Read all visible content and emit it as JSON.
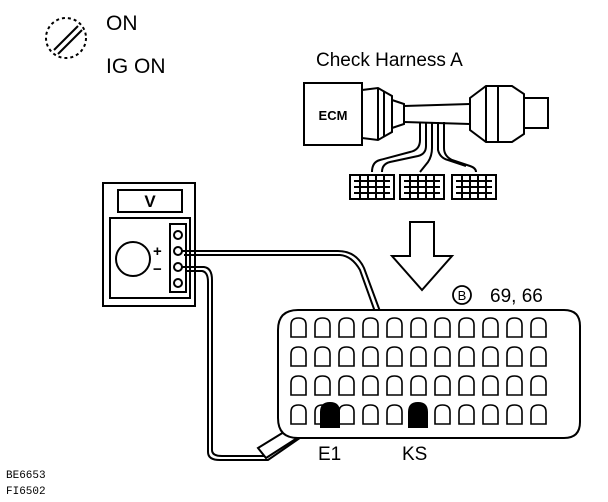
{
  "status": {
    "on_label": "ON",
    "ig_on_label": "IG ON"
  },
  "harness": {
    "title": "Check Harness A",
    "ecm_label": "ECM"
  },
  "meter": {
    "display_label": "V",
    "plus_symbol": "+",
    "minus_symbol": "−"
  },
  "connector": {
    "id_symbol": "B",
    "pins_label": "69, 66",
    "terminal_left": "E1",
    "terminal_right": "KS"
  },
  "codes": {
    "line1": "BE6653",
    "line2": "FI6502"
  }
}
